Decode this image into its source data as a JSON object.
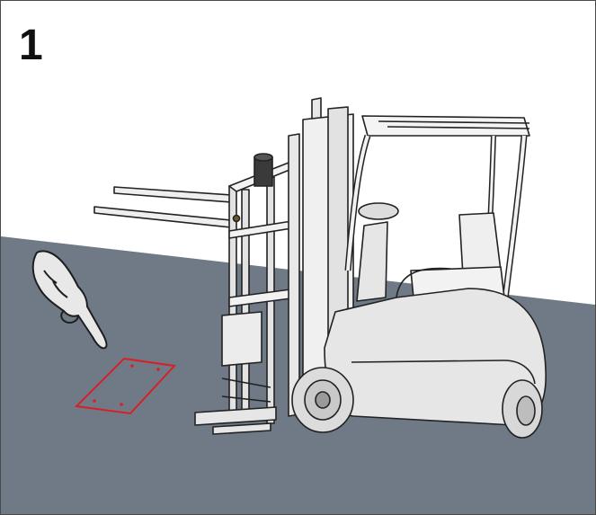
{
  "step": {
    "number": "1"
  },
  "scene": {
    "floor_color": "#6f7a86",
    "wall_color": "#ffffff",
    "marker_color": "#d81f26",
    "line_color": "#222222",
    "body_color": "#e6e6e6",
    "icons": [
      "pointing-hand-icon",
      "floor-marking-rectangle",
      "forklift-illustration",
      "mast-attachment-frame"
    ]
  }
}
